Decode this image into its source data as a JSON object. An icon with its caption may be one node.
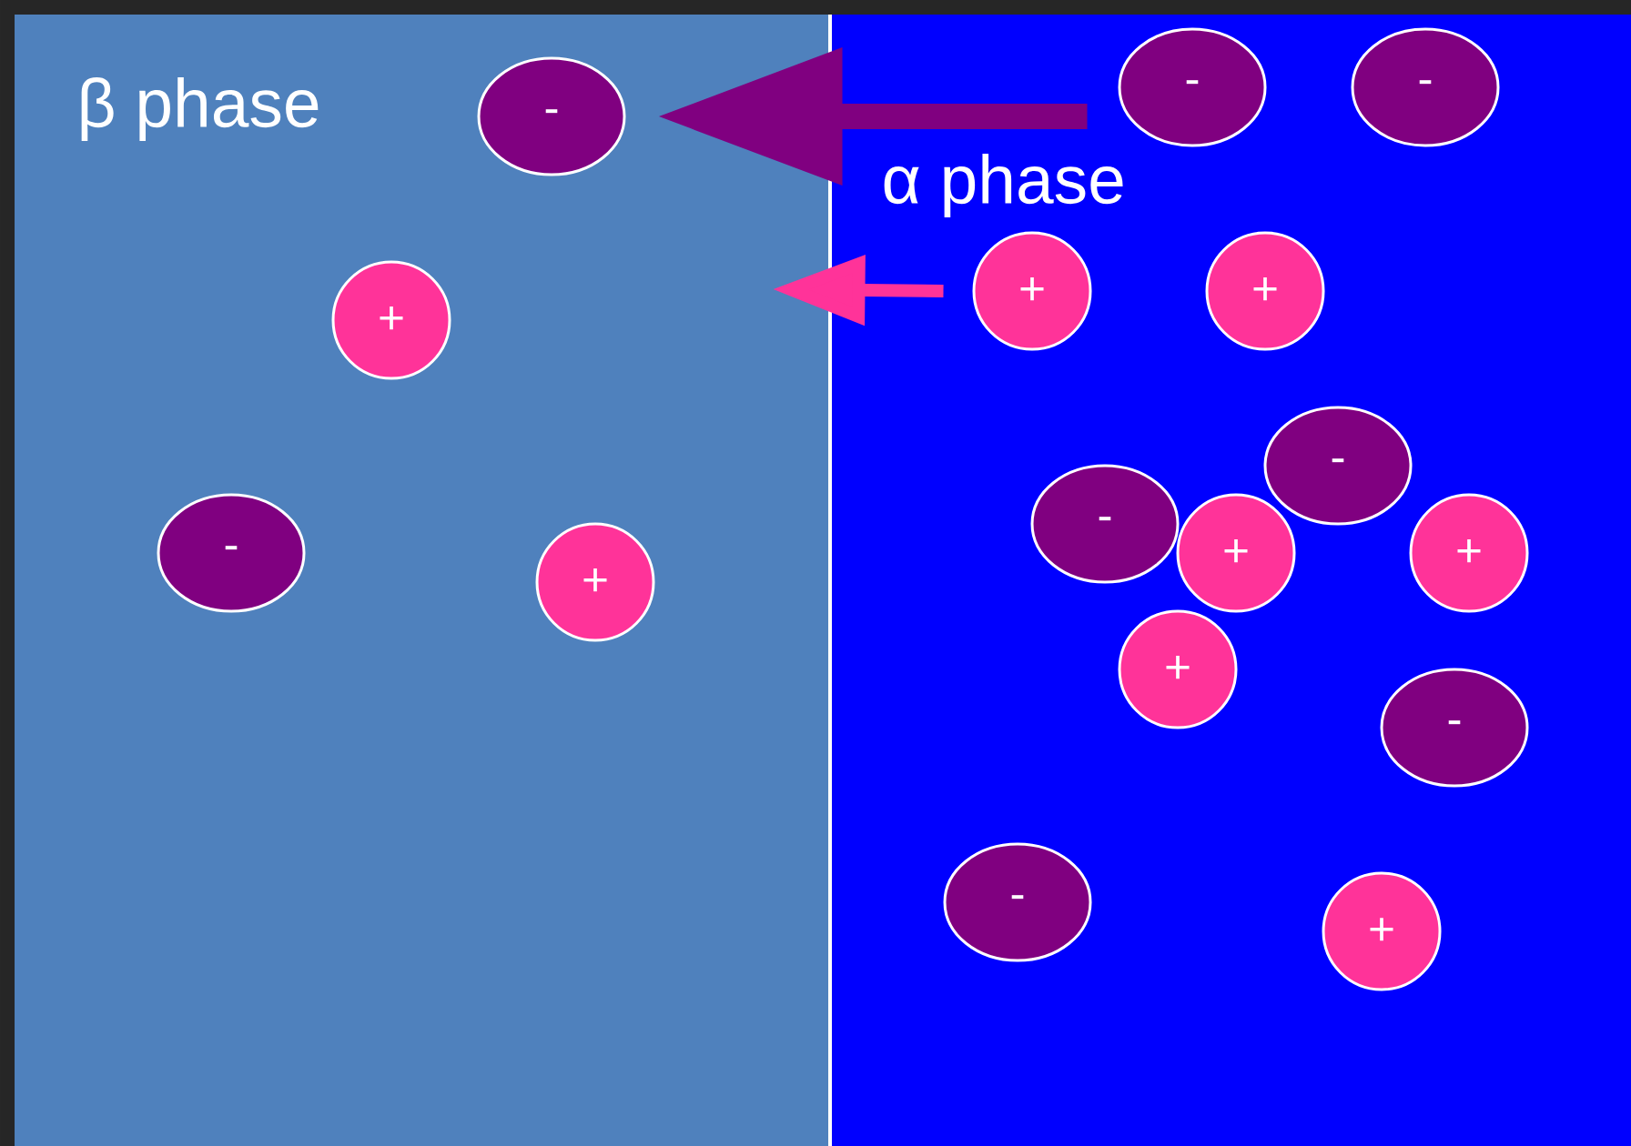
{
  "diagram": {
    "nodes": [
      {
        "text": [
          "β phase"
        ]
      },
      {
        "text": [
          "α phase"
        ]
      },
      {
        "text": [
          "-"
        ],
        "in": 0
      },
      {
        "text": [
          "+"
        ],
        "in": 0
      },
      {
        "text": [
          "-"
        ],
        "in": 0
      },
      {
        "text": [
          "+"
        ],
        "in": 0
      },
      {
        "text": [
          "-"
        ],
        "in": 1
      },
      {
        "text": [
          "-"
        ],
        "in": 1
      },
      {
        "text": [
          "+"
        ],
        "in": 1
      },
      {
        "text": [
          "+"
        ],
        "in": 1
      },
      {
        "text": [
          "-"
        ],
        "in": 1
      },
      {
        "text": [
          "-"
        ],
        "in": 1
      },
      {
        "text": [
          "+"
        ],
        "in": 1
      },
      {
        "text": [
          "+"
        ],
        "in": 1
      },
      {
        "text": [
          "+"
        ],
        "in": 1
      },
      {
        "text": [
          "-"
        ],
        "in": 1
      },
      {
        "text": [
          "-"
        ],
        "in": 1
      },
      {
        "text": [
          "+"
        ],
        "in": 1
      }
    ],
    "edges": [
      {
        "from": 6,
        "to": 2,
        "arrow": "to",
        "style": "thick",
        "color": "#800080"
      },
      {
        "from": 8,
        "to": 0,
        "arrow": "to",
        "color": "#ff3399"
      }
    ]
  }
}
